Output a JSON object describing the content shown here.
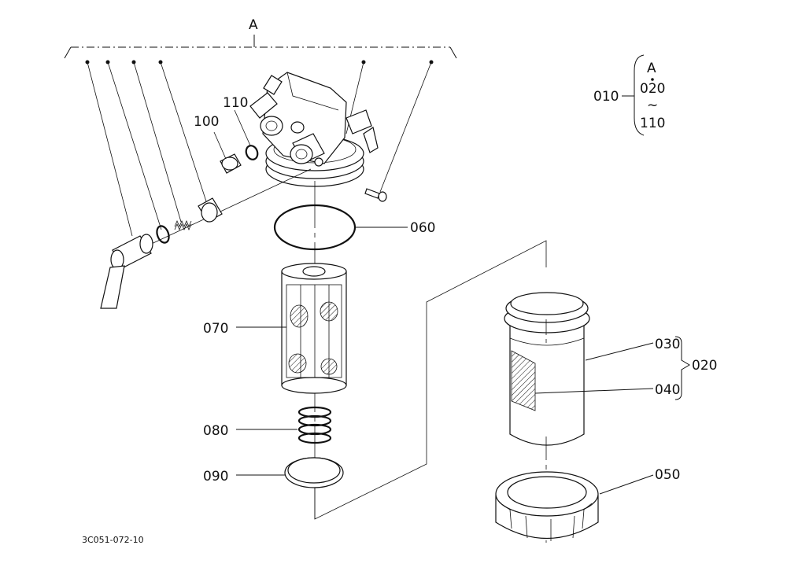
{
  "diagram": {
    "group_label": "A",
    "parts": {
      "p010": "010",
      "p020": "020",
      "p030": "030",
      "p040": "040",
      "p050": "050",
      "p060": "060",
      "p070": "070",
      "p080": "080",
      "p090": "090",
      "p100": "100",
      "p110": "110"
    },
    "assembly_legend": {
      "parent": "010",
      "top": "A",
      "mid": "020",
      "tilde": "~",
      "bottom": "110"
    },
    "drawing_number": "3C051-072-10"
  }
}
